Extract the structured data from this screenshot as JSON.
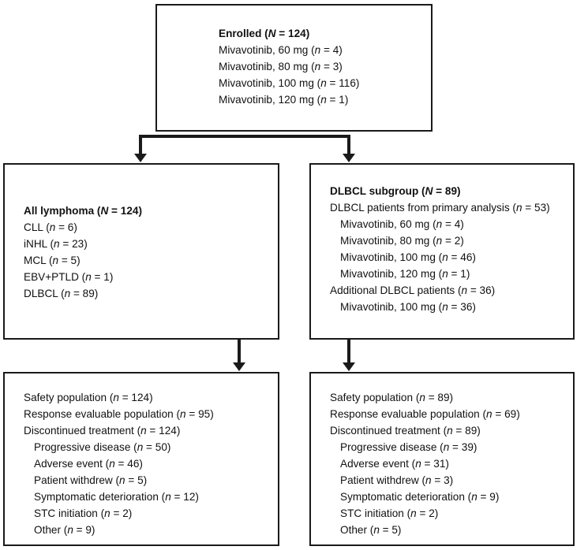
{
  "diagram": {
    "title": "CONSORT-style patient disposition flow diagram",
    "line_color": "#1a1a1a",
    "background": "#ffffff"
  },
  "boxes": {
    "enrolled": {
      "name": "Enrolled",
      "heading": "Enrolled (N = 124)",
      "lines": [
        {
          "text": "Enrolled (N = 124)",
          "bold": true,
          "indent": 0
        },
        {
          "text": "Mivavotinib, 60 mg (n = 4)",
          "bold": false,
          "indent": 0
        },
        {
          "text": "Mivavotinib, 80 mg (n = 3)",
          "bold": false,
          "indent": 0
        },
        {
          "text": "Mivavotinib, 100 mg (n = 116)",
          "bold": false,
          "indent": 0
        },
        {
          "text": "Mivavotinib, 120 mg (n = 1)",
          "bold": false,
          "indent": 0
        }
      ]
    },
    "all_lymphoma": {
      "name": "All lymphoma",
      "heading": "All lymphoma (N = 124)",
      "lines": [
        {
          "text": "All lymphoma (N = 124)",
          "bold": true,
          "indent": 0
        },
        {
          "text": "CLL (n = 6)",
          "bold": false,
          "indent": 0
        },
        {
          "text": "iNHL (n = 23)",
          "bold": false,
          "indent": 0
        },
        {
          "text": "MCL (n = 5)",
          "bold": false,
          "indent": 0
        },
        {
          "text": "EBV+PTLD (n = 1)",
          "bold": false,
          "indent": 0
        },
        {
          "text": "DLBCL (n = 89)",
          "bold": false,
          "indent": 0
        }
      ]
    },
    "dlbcl_subgroup": {
      "name": "DLBCL subgroup",
      "heading": "DLBCL subgroup (N = 89)",
      "lines": [
        {
          "text": "DLBCL subgroup (N = 89)",
          "bold": true,
          "indent": 0
        },
        {
          "text": "DLBCL patients from primary analysis (n = 53)",
          "bold": false,
          "indent": 0
        },
        {
          "text": "Mivavotinib, 60 mg (n = 4)",
          "bold": false,
          "indent": 1
        },
        {
          "text": "Mivavotinib, 80 mg (n = 2)",
          "bold": false,
          "indent": 1
        },
        {
          "text": "Mivavotinib, 100 mg (n = 46)",
          "bold": false,
          "indent": 1
        },
        {
          "text": "Mivavotinib, 120 mg (n = 1)",
          "bold": false,
          "indent": 1
        },
        {
          "text": "Additional DLBCL patients (n = 36)",
          "bold": false,
          "indent": 0
        },
        {
          "text": "Mivavotinib, 100 mg (n = 36)",
          "bold": false,
          "indent": 1
        }
      ]
    },
    "all_lymphoma_outcomes": {
      "name": "All lymphoma outcomes",
      "heading": "Safety population (n = 124)",
      "lines": [
        {
          "text": "Safety population (n = 124)",
          "bold": false,
          "indent": 0
        },
        {
          "text": "Response evaluable population (n = 95)",
          "bold": false,
          "indent": 0
        },
        {
          "text": "Discontinued treatment (n = 124)",
          "bold": false,
          "indent": 0
        },
        {
          "text": "Progressive disease (n = 50)",
          "bold": false,
          "indent": 1
        },
        {
          "text": "Adverse event (n = 46)",
          "bold": false,
          "indent": 1
        },
        {
          "text": "Patient withdrew (n = 5)",
          "bold": false,
          "indent": 1
        },
        {
          "text": "Symptomatic deterioration (n = 12)",
          "bold": false,
          "indent": 1
        },
        {
          "text": "STC initiation (n = 2)",
          "bold": false,
          "indent": 1
        },
        {
          "text": "Other (n = 9)",
          "bold": false,
          "indent": 1
        }
      ]
    },
    "dlbcl_outcomes": {
      "name": "DLBCL outcomes",
      "heading": "Safety population (n = 89)",
      "lines": [
        {
          "text": "Safety population (n = 89)",
          "bold": false,
          "indent": 0
        },
        {
          "text": "Response evaluable population (n = 69)",
          "bold": false,
          "indent": 0
        },
        {
          "text": "Discontinued treatment (n = 89)",
          "bold": false,
          "indent": 0
        },
        {
          "text": "Progressive disease (n = 39)",
          "bold": false,
          "indent": 1
        },
        {
          "text": "Adverse event (n = 31)",
          "bold": false,
          "indent": 1
        },
        {
          "text": "Patient withdrew (n = 3)",
          "bold": false,
          "indent": 1
        },
        {
          "text": "Symptomatic deterioration (n = 9)",
          "bold": false,
          "indent": 1
        },
        {
          "text": "STC initiation (n = 2)",
          "bold": false,
          "indent": 1
        },
        {
          "text": "Other (n = 5)",
          "bold": false,
          "indent": 1
        }
      ]
    }
  },
  "connectors": [
    {
      "name": "enrolled-to-all-lymphoma-arrow",
      "from": "enrolled",
      "to": "all_lymphoma"
    },
    {
      "name": "enrolled-to-dlbcl-subgroup-arrow",
      "from": "enrolled",
      "to": "dlbcl_subgroup"
    },
    {
      "name": "all-lymphoma-to-outcomes-arrow",
      "from": "all_lymphoma",
      "to": "all_lymphoma_outcomes"
    },
    {
      "name": "dlbcl-subgroup-to-outcomes-arrow",
      "from": "dlbcl_subgroup",
      "to": "dlbcl_outcomes"
    }
  ]
}
